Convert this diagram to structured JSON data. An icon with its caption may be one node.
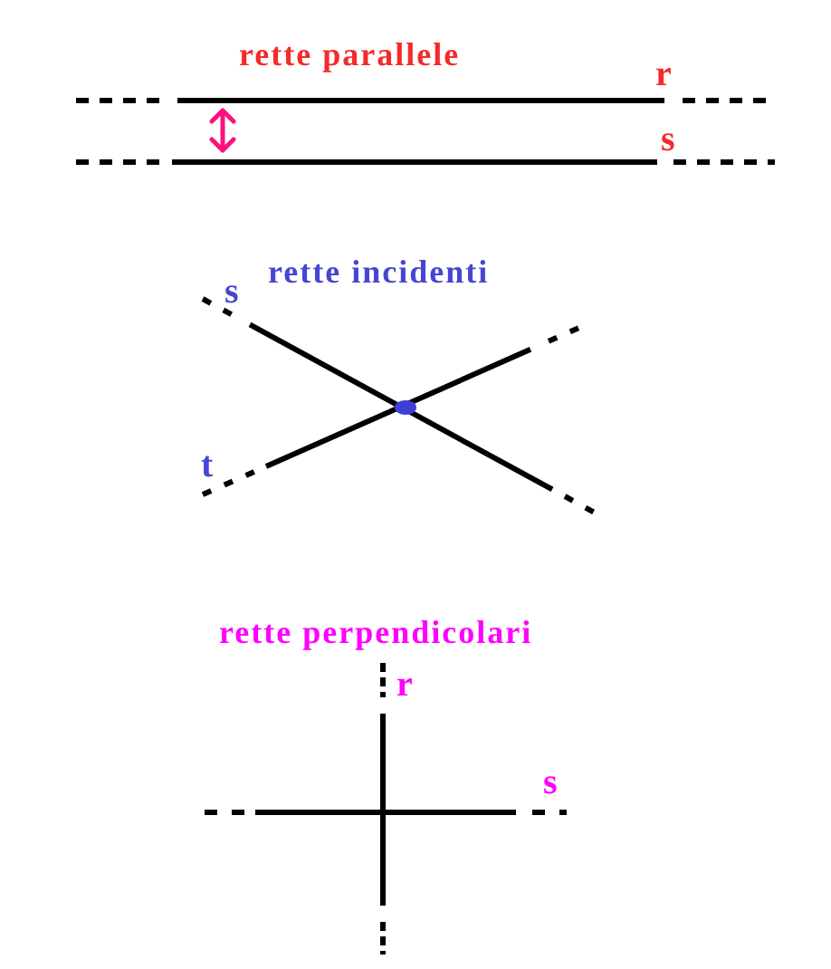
{
  "diagram": {
    "labels": [
      "rette parallele",
      "r",
      "s",
      "rette incidenti",
      "s",
      "t",
      "rette perpendicolari",
      "r",
      "s"
    ]
  }
}
